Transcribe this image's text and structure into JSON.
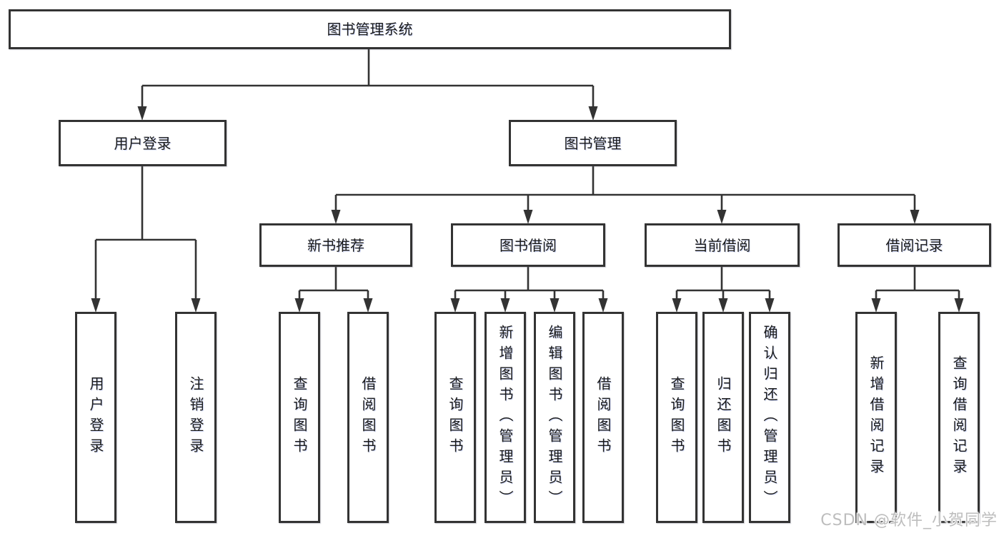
{
  "diagram": {
    "root": {
      "label": "图书管理系统"
    },
    "level2": {
      "user_login": {
        "label": "用户登录"
      },
      "book_mgmt": {
        "label": "图书管理"
      }
    },
    "level3": {
      "new_book_rec": {
        "label": "新书推荐"
      },
      "book_borrow": {
        "label": "图书借阅"
      },
      "current_borrow": {
        "label": "当前借阅"
      },
      "borrow_record": {
        "label": "借阅记录"
      }
    },
    "leaves": {
      "user_login": {
        "login": "用户登录",
        "logout": "注销登录"
      },
      "new_book_rec": {
        "query": "查询图书",
        "borrow": "借阅图书"
      },
      "book_borrow": {
        "query": "查询图书",
        "add": "新增图书（管理员）",
        "edit": "编辑图书（管理员）",
        "borrow": "借阅图书"
      },
      "current_borrow": {
        "query": "查询图书",
        "return": "归还图书",
        "confirm": "确认归还（管理员）"
      },
      "borrow_record": {
        "add": "新增借阅记录",
        "query": "查询借阅记录"
      }
    }
  },
  "watermark": {
    "text": "CSDN @软件_小贺同学"
  },
  "colors": {
    "border": "#333333",
    "text": "#1a1a1a",
    "line": "#333333",
    "watermark": "#bdbdbd",
    "background": "#ffffff"
  }
}
